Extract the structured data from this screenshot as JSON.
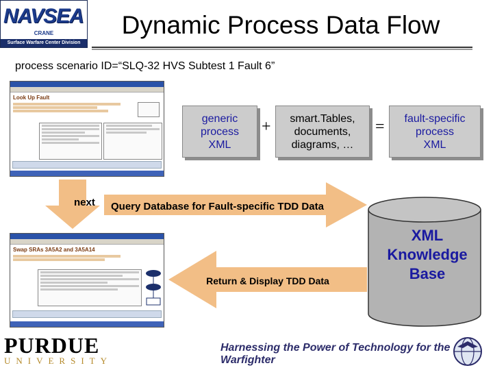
{
  "header": {
    "logo_text": "NAVSEA",
    "logo_sub": "CRANE",
    "logo_division": "Surface Warfare Center Division",
    "title": "Dynamic Process Data Flow"
  },
  "scenario_text": "process scenario ID=“SLQ-32 HVS Subtest 1 Fault 6”",
  "equation": {
    "box1": [
      "generic",
      "process",
      "XML"
    ],
    "plus": "+",
    "box2": [
      "smart.Tables,",
      "documents,",
      "diagrams, …"
    ],
    "equals": "=",
    "box3": [
      "fault-specific",
      "process",
      "XML"
    ]
  },
  "screenshot_top": {
    "heading": "Look Up Fault"
  },
  "screenshot_bottom": {
    "heading": "Swap SRAs 3A5A2 and 3A5A14"
  },
  "next_label": "next",
  "query_label": "Query Database for Fault-specific TDD Data",
  "return_label": "Return & Display TDD Data",
  "knowledge_base": [
    "XML",
    "Knowledge",
    "Base"
  ],
  "footer": {
    "purdue": "PURDUE",
    "university": "UNIVERSITY",
    "slogan": "Harnessing the Power of Technology for the Warfighter"
  },
  "colors": {
    "arrow_fill": "#f2be86",
    "box_fill": "#cccccc",
    "cylinder_fill": "#b3b3b3",
    "blue_text": "#1a1aa0",
    "purdue_gold": "#b58a2b"
  },
  "icons": [
    "navsea-logo",
    "purdue-logo",
    "globe-eagle-icon"
  ]
}
